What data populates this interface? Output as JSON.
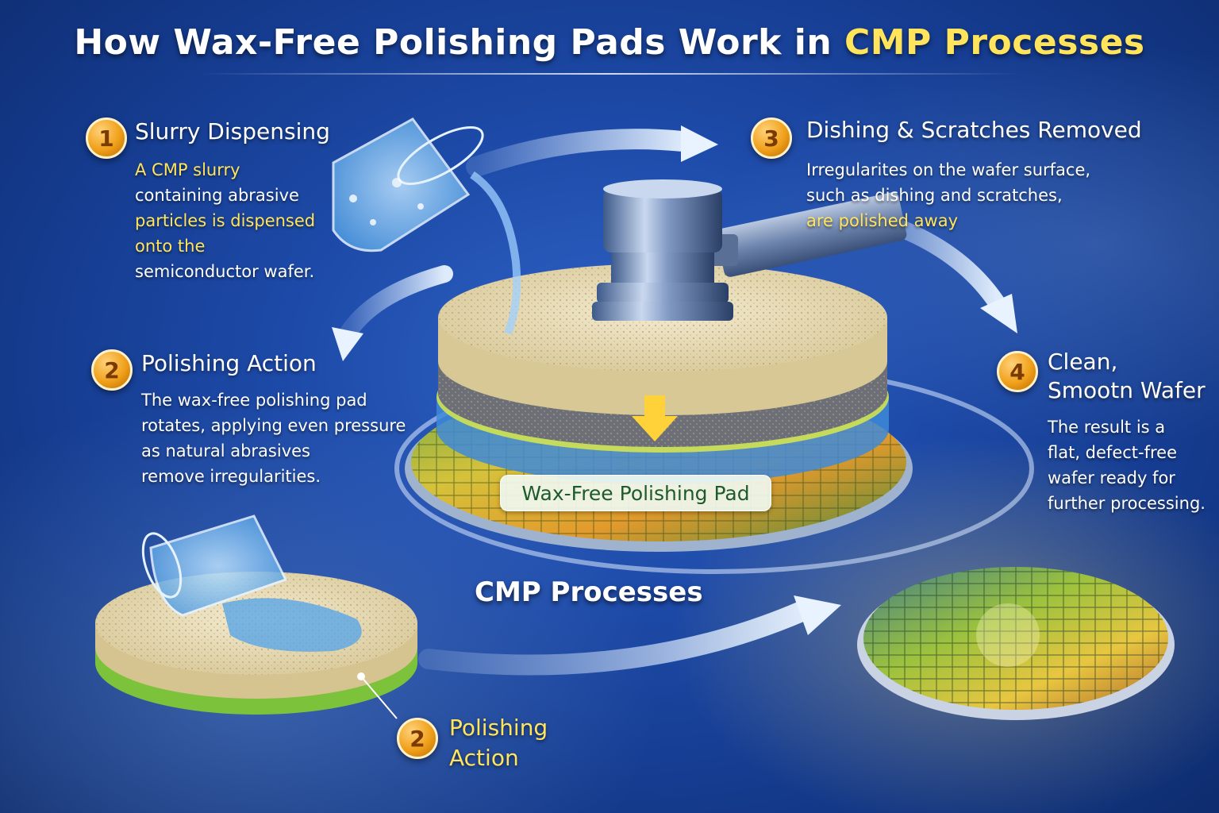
{
  "title": {
    "main": "How Wax-Free Polishing Pads Work in",
    "highlight": "CMP Processes"
  },
  "steps": [
    {
      "number": "1",
      "heading": "Slurry Dispensing",
      "lines": [
        "A CMP slurry",
        "containing abrasive",
        "particles is dispensed",
        "onto the",
        "semiconductor wafer."
      ]
    },
    {
      "number": "2",
      "heading": "Polishing Action",
      "lines": [
        "The wax-free polishing pad",
        "rotates, applying even pressure",
        "as natural abrasives",
        "remove irregularities."
      ]
    },
    {
      "number": "3",
      "heading": "Dishing & Scratches Removed",
      "lines": [
        "Irregularites on the wafer surface,",
        "such as dishing and scratches,",
        "are polished away"
      ]
    },
    {
      "number": "4",
      "heading_lines": [
        "Clean,",
        "Smootn Wafer"
      ],
      "lines": [
        "The result is a",
        "flat, defect-free",
        "wafer ready for",
        "further processing."
      ]
    }
  ],
  "pad_label": "Wax-Free Polishing Pad",
  "process_label": "CMP Processes",
  "bottom_step": {
    "number": "2",
    "lines": [
      "Polishing",
      "Action"
    ]
  },
  "colors": {
    "background": "#1d4aa8",
    "highlight": "#ffe45c",
    "badge": "#f0a01a",
    "pad": "#e8dcb6",
    "pad_label_text": "#1f5a2c"
  },
  "icons": [
    "slurry-beaker-icon",
    "polishing-head-icon",
    "polishing-pad-icon",
    "wafer-icon",
    "flow-arrow-icon",
    "down-arrow-icon"
  ]
}
